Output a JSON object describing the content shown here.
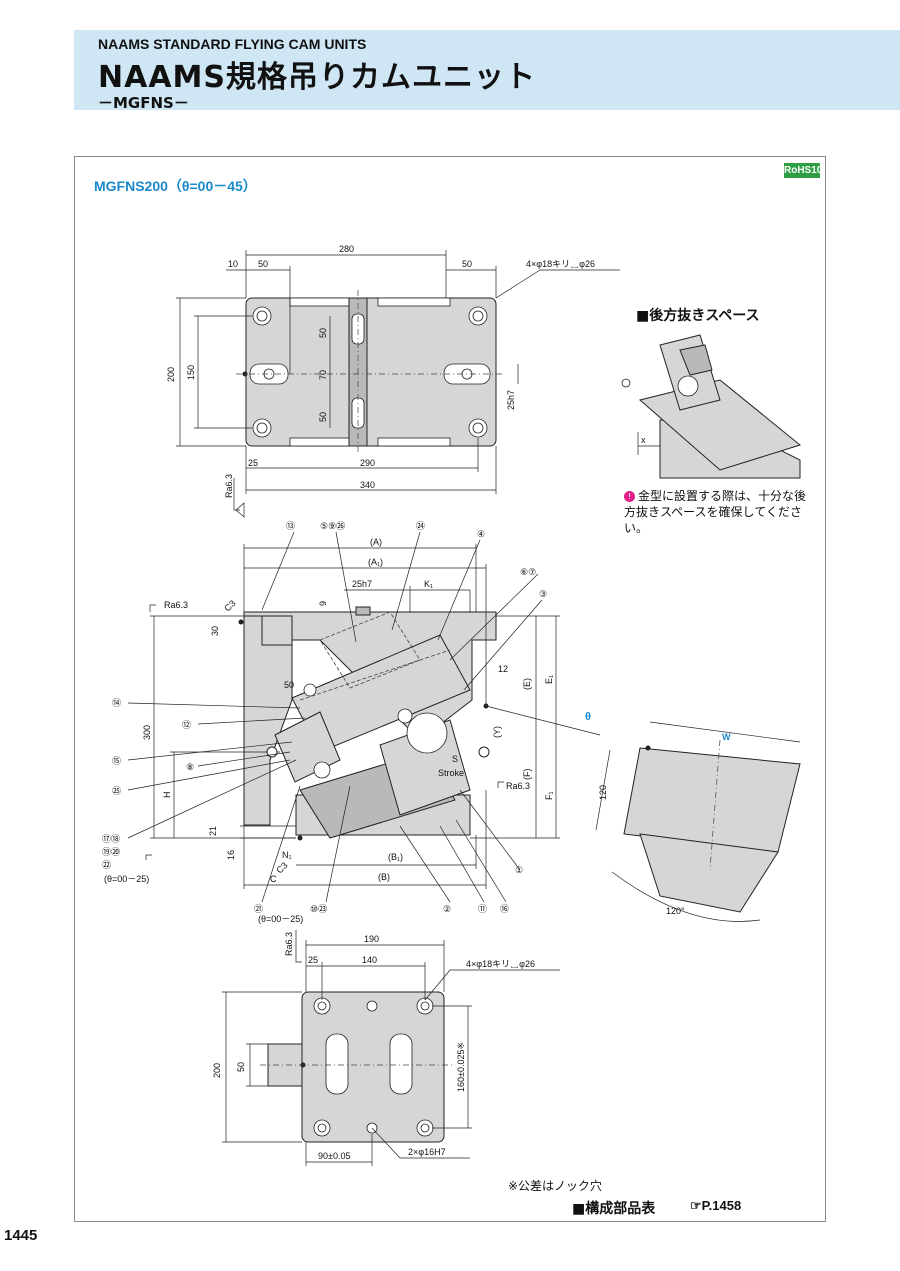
{
  "header": {
    "title_en": "NAAMS STANDARD FLYING CAM UNITS",
    "title_jp": "NAAMS規格吊りカムユニット",
    "subtitle": "－MGFNS－"
  },
  "model_label": "MGFNS200（θ=00－45）",
  "rohs_badge": "RoHS10",
  "top_view": {
    "dims": [
      "280",
      "10",
      "50",
      "50",
      "4×φ18キリ␣φ26",
      "200",
      "150",
      "50",
      "70",
      "50",
      "25h7",
      "25",
      "290",
      "340",
      "Ra6.3"
    ]
  },
  "front_view": {
    "dims": [
      "(A)",
      "(A₁)",
      "25h7",
      "K₁",
      "9",
      "30",
      "C3",
      "Ra6.3",
      "12",
      "(E)",
      "E₁",
      "θ",
      "(Y)",
      "S",
      "Stroke",
      "Ra6.3",
      "(F)",
      "F₁",
      "300",
      "H",
      "50",
      "21",
      "16",
      "N₁",
      "C",
      "C3",
      "(B₁)",
      "(B)",
      "(θ=00－25)",
      "(θ=00－25)"
    ],
    "callouts": [
      "⑬",
      "⑤⑨㉖",
      "㉔",
      "④",
      "⑥⑦",
      "③",
      "⑭",
      "⑫",
      "⑮",
      "⑧",
      "㉕",
      "⑰⑱",
      "⑲⑳",
      "㉒",
      "①",
      "②",
      "⑪",
      "⑯",
      "㉑",
      "⑩㉓"
    ]
  },
  "bottom_view": {
    "dims": [
      "Ra6.3",
      "190",
      "25",
      "140",
      "4×φ18キリ␣φ26",
      "200",
      "50",
      "160±0.025※",
      "90±0.05",
      "2×φ16H7"
    ]
  },
  "rear_space": {
    "title": "■後方抜きスペース",
    "x_label": "x",
    "note_icon": "!",
    "note": "金型に設置する際は、十分な後方抜きスペースを確保してください。"
  },
  "iso_view": {
    "w_label": "W",
    "h_label": "120",
    "angle_label": "120°"
  },
  "tolerance_note": "※公差はノック穴",
  "parts_list_label": "■構成部品表",
  "page_ref": "☞P.1458",
  "page_number": "1445"
}
